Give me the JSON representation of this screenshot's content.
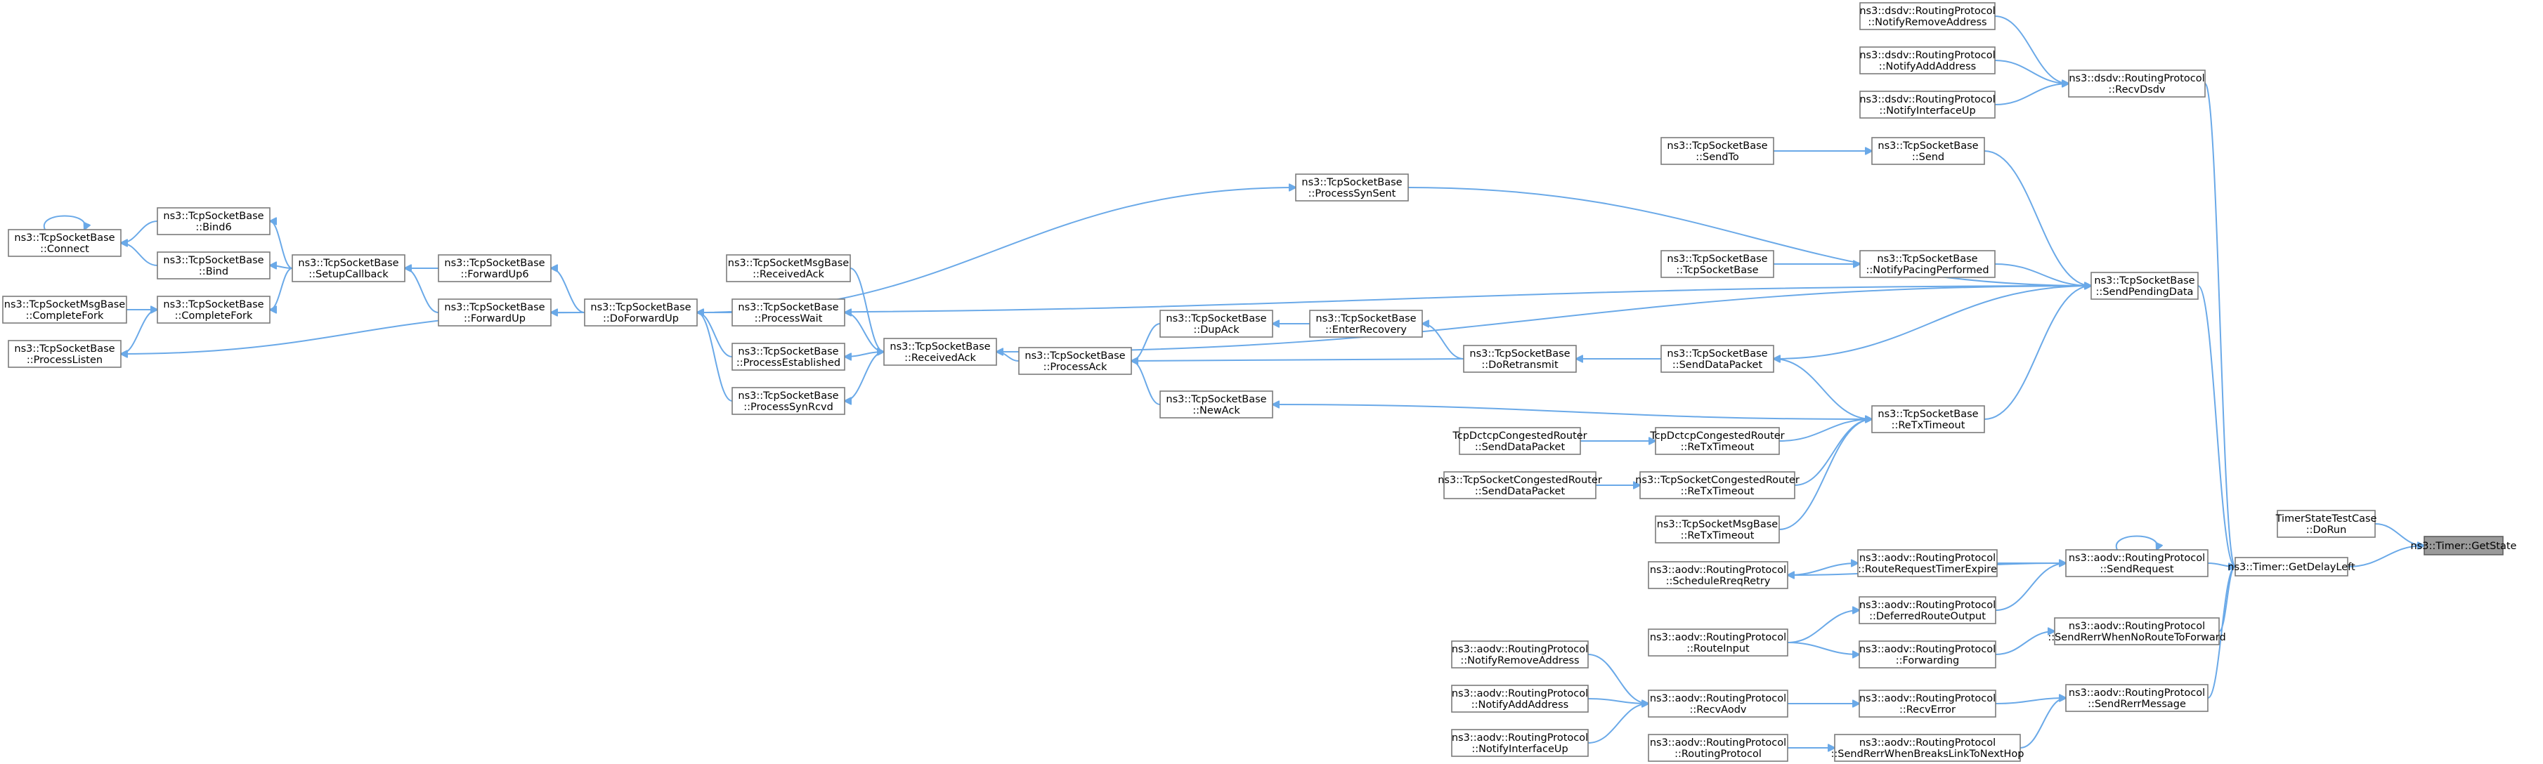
{
  "graph": {
    "type": "call-graph",
    "edge_color": "#6aa9e8",
    "node_border_color": "#7b7b7b",
    "highlight_fill": "#9a9a9a",
    "nodes": [
      {
        "id": "timer_getstate",
        "lines": [
          "ns3::Timer::GetState"
        ],
        "highlight": true
      },
      {
        "id": "timer_getdelayleft",
        "lines": [
          "ns3::Timer::GetDelayLeft"
        ]
      },
      {
        "id": "timerstate_dorun",
        "lines": [
          "TimerStateTestCase",
          "::DoRun"
        ]
      },
      {
        "id": "dsdv_recvdsdv",
        "lines": [
          "ns3::dsdv::RoutingProtocol",
          "::RecvDsdv"
        ]
      },
      {
        "id": "dsdv_notifyremove",
        "lines": [
          "ns3::dsdv::RoutingProtocol",
          "::NotifyRemoveAddress"
        ]
      },
      {
        "id": "dsdv_notifyadd",
        "lines": [
          "ns3::dsdv::RoutingProtocol",
          "::NotifyAddAddress"
        ]
      },
      {
        "id": "dsdv_notifyup",
        "lines": [
          "ns3::dsdv::RoutingProtocol",
          "::NotifyInterfaceUp"
        ]
      },
      {
        "id": "tsb_sendpending",
        "lines": [
          "ns3::TcpSocketBase",
          "::SendPendingData"
        ]
      },
      {
        "id": "tsb_send",
        "lines": [
          "ns3::TcpSocketBase",
          "::Send"
        ]
      },
      {
        "id": "tsb_sendto",
        "lines": [
          "ns3::TcpSocketBase",
          "::SendTo"
        ]
      },
      {
        "id": "tsb_processsynsent",
        "lines": [
          "ns3::TcpSocketBase",
          "::ProcessSynSent"
        ]
      },
      {
        "id": "tsb_notifypacing",
        "lines": [
          "ns3::TcpSocketBase",
          "::NotifyPacingPerformed"
        ]
      },
      {
        "id": "tsb_ctor",
        "lines": [
          "ns3::TcpSocketBase",
          "::TcpSocketBase"
        ]
      },
      {
        "id": "tsb_senddatapacket",
        "lines": [
          "ns3::TcpSocketBase",
          "::SendDataPacket"
        ]
      },
      {
        "id": "tsb_doretransmit",
        "lines": [
          "ns3::TcpSocketBase",
          "::DoRetransmit"
        ]
      },
      {
        "id": "tsb_enterrecovery",
        "lines": [
          "ns3::TcpSocketBase",
          "::EnterRecovery"
        ]
      },
      {
        "id": "tsb_dupack",
        "lines": [
          "ns3::TcpSocketBase",
          "::DupAck"
        ]
      },
      {
        "id": "tsb_processack",
        "lines": [
          "ns3::TcpSocketBase",
          "::ProcessAck"
        ]
      },
      {
        "id": "tsb_newack",
        "lines": [
          "ns3::TcpSocketBase",
          "::NewAck"
        ]
      },
      {
        "id": "tsb_retxtimeout",
        "lines": [
          "ns3::TcpSocketBase",
          "::ReTxTimeout"
        ]
      },
      {
        "id": "tsb_receivedack",
        "lines": [
          "ns3::TcpSocketBase",
          "::ReceivedAck"
        ]
      },
      {
        "id": "tsmb_receivedack",
        "lines": [
          "ns3::TcpSocketMsgBase",
          "::ReceivedAck"
        ]
      },
      {
        "id": "tsb_processwait",
        "lines": [
          "ns3::TcpSocketBase",
          "::ProcessWait"
        ]
      },
      {
        "id": "tsb_processestablished",
        "lines": [
          "ns3::TcpSocketBase",
          "::ProcessEstablished"
        ]
      },
      {
        "id": "tsb_processsynrcvd",
        "lines": [
          "ns3::TcpSocketBase",
          "::ProcessSynRcvd"
        ]
      },
      {
        "id": "tsb_doforwardup",
        "lines": [
          "ns3::TcpSocketBase",
          "::DoForwardUp"
        ]
      },
      {
        "id": "tsb_forwardup6",
        "lines": [
          "ns3::TcpSocketBase",
          "::ForwardUp6"
        ]
      },
      {
        "id": "tsb_forwardup",
        "lines": [
          "ns3::TcpSocketBase",
          "::ForwardUp"
        ]
      },
      {
        "id": "tsb_setupcallback",
        "lines": [
          "ns3::TcpSocketBase",
          "::SetupCallback"
        ]
      },
      {
        "id": "tsb_bind6",
        "lines": [
          "ns3::TcpSocketBase",
          "::Bind6"
        ]
      },
      {
        "id": "tsb_bind",
        "lines": [
          "ns3::TcpSocketBase",
          "::Bind"
        ]
      },
      {
        "id": "tsb_completefork",
        "lines": [
          "ns3::TcpSocketBase",
          "::CompleteFork"
        ]
      },
      {
        "id": "tsb_connect",
        "lines": [
          "ns3::TcpSocketBase",
          "::Connect"
        ]
      },
      {
        "id": "tsmb_completefork",
        "lines": [
          "ns3::TcpSocketMsgBase",
          "::CompleteFork"
        ]
      },
      {
        "id": "tsb_processlisten",
        "lines": [
          "ns3::TcpSocketBase",
          "::ProcessListen"
        ]
      },
      {
        "id": "dctcp_retx",
        "lines": [
          "TcpDctcpCongestedRouter",
          "::ReTxTimeout"
        ]
      },
      {
        "id": "dctcp_send",
        "lines": [
          "TcpDctcpCongestedRouter",
          "::SendDataPacket"
        ]
      },
      {
        "id": "tscr_retx",
        "lines": [
          "ns3::TcpSocketCongestedRouter",
          "::ReTxTimeout"
        ]
      },
      {
        "id": "tscr_send",
        "lines": [
          "ns3::TcpSocketCongestedRouter",
          "::SendDataPacket"
        ]
      },
      {
        "id": "tsmb_retx",
        "lines": [
          "ns3::TcpSocketMsgBase",
          "::ReTxTimeout"
        ]
      },
      {
        "id": "aodv_sendrequest",
        "lines": [
          "ns3::aodv::RoutingProtocol",
          "::SendRequest"
        ]
      },
      {
        "id": "aodv_routerequesttimer",
        "lines": [
          "ns3::aodv::RoutingProtocol",
          "::RouteRequestTimerExpire"
        ]
      },
      {
        "id": "aodv_schedulerreq",
        "lines": [
          "ns3::aodv::RoutingProtocol",
          "::ScheduleRreqRetry"
        ]
      },
      {
        "id": "aodv_deferredroute",
        "lines": [
          "ns3::aodv::RoutingProtocol",
          "::DeferredRouteOutput"
        ]
      },
      {
        "id": "aodv_routeinput",
        "lines": [
          "ns3::aodv::RoutingProtocol",
          "::RouteInput"
        ]
      },
      {
        "id": "aodv_forwarding",
        "lines": [
          "ns3::aodv::RoutingProtocol",
          "::Forwarding"
        ]
      },
      {
        "id": "aodv_sendrerrnoroute",
        "lines": [
          "ns3::aodv::RoutingProtocol",
          "::SendRerrWhenNoRouteToForward"
        ]
      },
      {
        "id": "aodv_sendrerrmessage",
        "lines": [
          "ns3::aodv::RoutingProtocol",
          "::SendRerrMessage"
        ]
      },
      {
        "id": "aodv_recverror",
        "lines": [
          "ns3::aodv::RoutingProtocol",
          "::RecvError"
        ]
      },
      {
        "id": "aodv_recvaodv",
        "lines": [
          "ns3::aodv::RoutingProtocol",
          "::RecvAodv"
        ]
      },
      {
        "id": "aodv_notifyremove",
        "lines": [
          "ns3::aodv::RoutingProtocol",
          "::NotifyRemoveAddress"
        ]
      },
      {
        "id": "aodv_notifyadd",
        "lines": [
          "ns3::aodv::RoutingProtocol",
          "::NotifyAddAddress"
        ]
      },
      {
        "id": "aodv_notifyup",
        "lines": [
          "ns3::aodv::RoutingProtocol",
          "::NotifyInterfaceUp"
        ]
      },
      {
        "id": "aodv_ctor",
        "lines": [
          "ns3::aodv::RoutingProtocol",
          "::RoutingProtocol"
        ]
      },
      {
        "id": "aodv_sendrerrbreaks",
        "lines": [
          "ns3::aodv::RoutingProtocol",
          "::SendRerrWhenBreaksLinkToNextHop"
        ]
      }
    ],
    "edges": [
      [
        "timer_getdelayleft",
        "timer_getstate"
      ],
      [
        "timerstate_dorun",
        "timer_getstate"
      ],
      [
        "dsdv_recvdsdv",
        "timer_getdelayleft"
      ],
      [
        "tsb_sendpending",
        "timer_getdelayleft"
      ],
      [
        "aodv_sendrequest",
        "timer_getdelayleft"
      ],
      [
        "aodv_sendrerrnoroute",
        "timer_getdelayleft"
      ],
      [
        "aodv_sendrerrmessage",
        "timer_getdelayleft"
      ],
      [
        "dsdv_notifyremove",
        "dsdv_recvdsdv"
      ],
      [
        "dsdv_notifyadd",
        "dsdv_recvdsdv"
      ],
      [
        "dsdv_notifyup",
        "dsdv_recvdsdv"
      ],
      [
        "tsb_send",
        "tsb_sendpending"
      ],
      [
        "tsb_sendto",
        "tsb_send"
      ],
      [
        "tsb_processsynsent",
        "tsb_sendpending"
      ],
      [
        "tsb_doforwardup",
        "tsb_sendpending"
      ],
      [
        "tsb_doforwardup",
        "tsb_processsynsent"
      ],
      [
        "tsb_notifypacing",
        "tsb_sendpending"
      ],
      [
        "tsb_ctor",
        "tsb_notifypacing"
      ],
      [
        "tsb_receivedack",
        "tsb_sendpending"
      ],
      [
        "tsb_sendpending",
        "tsb_senddatapacket"
      ],
      [
        "tsb_retxtimeout",
        "tsb_sendpending"
      ],
      [
        "tsb_senddatapacket",
        "tsb_doretransmit"
      ],
      [
        "tsb_retxtimeout",
        "tsb_senddatapacket"
      ],
      [
        "tsb_doretransmit",
        "tsb_enterrecovery"
      ],
      [
        "tsb_doretransmit",
        "tsb_processack"
      ],
      [
        "tsb_enterrecovery",
        "tsb_dupack"
      ],
      [
        "tsb_dupack",
        "tsb_processack"
      ],
      [
        "tsb_newack",
        "tsb_processack"
      ],
      [
        "tsb_retxtimeout",
        "tsb_newack"
      ],
      [
        "tsb_processack",
        "tsb_receivedack"
      ],
      [
        "tsmb_receivedack",
        "tsb_receivedack"
      ],
      [
        "tsb_receivedack",
        "tsb_processwait"
      ],
      [
        "tsb_receivedack",
        "tsb_processestablished"
      ],
      [
        "tsb_receivedack",
        "tsb_processsynrcvd"
      ],
      [
        "tsb_processwait",
        "tsb_doforwardup"
      ],
      [
        "tsb_processestablished",
        "tsb_doforwardup"
      ],
      [
        "tsb_processsynrcvd",
        "tsb_doforwardup"
      ],
      [
        "tsb_doforwardup",
        "tsb_forwardup6"
      ],
      [
        "tsb_doforwardup",
        "tsb_forwardup"
      ],
      [
        "tsb_doforwardup",
        "tsb_processlisten"
      ],
      [
        "tsb_forwardup6",
        "tsb_setupcallback"
      ],
      [
        "tsb_forwardup",
        "tsb_setupcallback"
      ],
      [
        "tsb_setupcallback",
        "tsb_bind6"
      ],
      [
        "tsb_setupcallback",
        "tsb_bind"
      ],
      [
        "tsb_setupcallback",
        "tsb_completefork"
      ],
      [
        "tsb_bind6",
        "tsb_connect"
      ],
      [
        "tsb_bind",
        "tsb_connect"
      ],
      [
        "tsb_connect",
        "tsb_connect"
      ],
      [
        "tsmb_completefork",
        "tsb_completefork"
      ],
      [
        "tsb_completefork",
        "tsb_processlisten"
      ],
      [
        "dctcp_retx",
        "tsb_retxtimeout"
      ],
      [
        "dctcp_send",
        "dctcp_retx"
      ],
      [
        "tscr_retx",
        "tsb_retxtimeout"
      ],
      [
        "tscr_send",
        "tscr_retx"
      ],
      [
        "tsmb_retx",
        "tsb_retxtimeout"
      ],
      [
        "aodv_routerequesttimer",
        "aodv_sendrequest"
      ],
      [
        "aodv_sendrequest",
        "aodv_schedulerreq"
      ],
      [
        "aodv_schedulerreq",
        "aodv_routerequesttimer"
      ],
      [
        "aodv_sendrequest",
        "aodv_sendrequest"
      ],
      [
        "aodv_deferredroute",
        "aodv_sendrequest"
      ],
      [
        "aodv_routeinput",
        "aodv_deferredroute"
      ],
      [
        "aodv_routeinput",
        "aodv_forwarding"
      ],
      [
        "aodv_forwarding",
        "aodv_sendrerrnoroute"
      ],
      [
        "aodv_recverror",
        "aodv_sendrerrmessage"
      ],
      [
        "aodv_sendrerrbreaks",
        "aodv_sendrerrmessage"
      ],
      [
        "aodv_recvaodv",
        "aodv_recverror"
      ],
      [
        "aodv_notifyremove",
        "aodv_recvaodv"
      ],
      [
        "aodv_notifyadd",
        "aodv_recvaodv"
      ],
      [
        "aodv_notifyup",
        "aodv_recvaodv"
      ],
      [
        "aodv_ctor",
        "aodv_sendrerrbreaks"
      ]
    ]
  }
}
